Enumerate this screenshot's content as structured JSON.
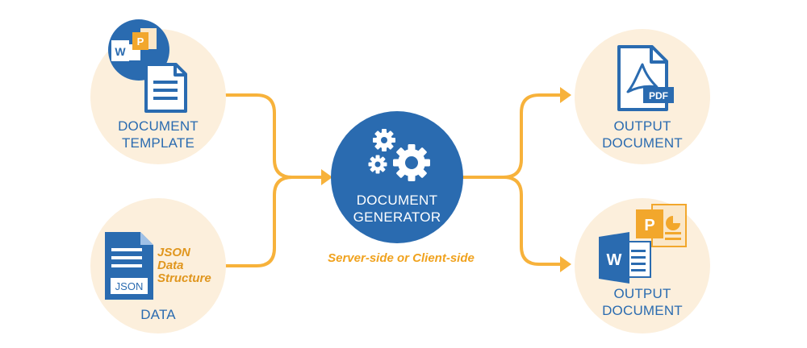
{
  "nodes": {
    "document_template": {
      "line1": "DOCUMENT",
      "line2": "TEMPLATE"
    },
    "data": {
      "label": "DATA",
      "json_badge": "JSON",
      "json_line1": "JSON",
      "json_line2": "Data",
      "json_line3": "Structure"
    },
    "generator": {
      "line1": "DOCUMENT",
      "line2": "GENERATOR",
      "subtitle": "Server-side or Client-side"
    },
    "output_pdf": {
      "line1": "OUTPUT",
      "line2": "DOCUMENT",
      "pdf_badge": "PDF"
    },
    "output_office": {
      "line1": "OUTPUT",
      "line2": "DOCUMENT",
      "word_letter": "W",
      "ppt_letter": "P"
    }
  },
  "office_icon_letters": {
    "word": "W",
    "powerpoint": "P"
  },
  "colors": {
    "circle_bg": "#fcefdc",
    "blue": "#2a6bb0",
    "orange": "#f7b23b",
    "subtitle": "#f0a21e"
  }
}
